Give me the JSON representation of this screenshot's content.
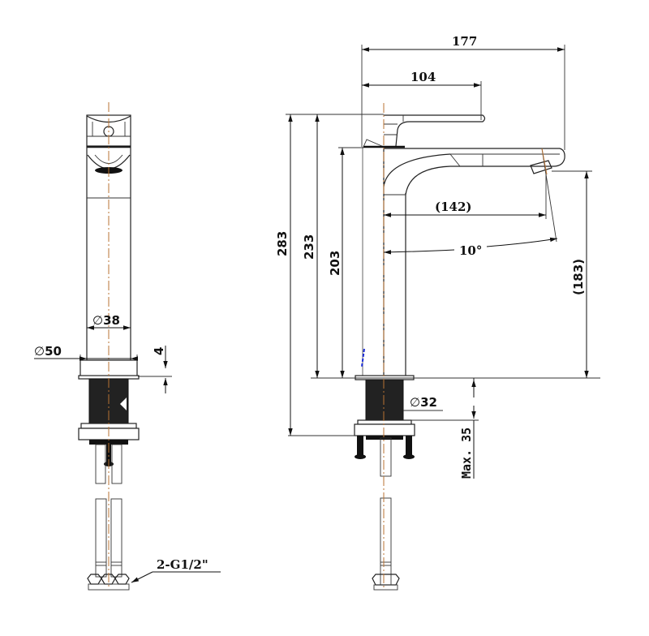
{
  "drawing": {
    "title": "Basin mixer tap technical drawing",
    "views": [
      "front-view",
      "side-view"
    ],
    "colors": {
      "line": "#222222",
      "centerline": "#b87333",
      "fill": "#222222",
      "accent_blue": "#1a2bd6"
    }
  },
  "front_view": {
    "dimensions": {
      "body_diameter": "38",
      "base_diameter": "50",
      "base_thickness": "4",
      "connector": "2-G1/2\""
    },
    "diameter_symbol": "∅"
  },
  "side_view": {
    "dimensions": {
      "total_depth": "177",
      "handle_depth": "104",
      "spout_reach": "(142)",
      "spout_angle": "10°",
      "total_height": "283",
      "handle_height": "233",
      "spout_top_height": "203",
      "spout_outlet_height": "(183)",
      "shank_diameter": "32",
      "max_counter_thickness": "Max. 35"
    },
    "diameter_symbol": "∅"
  }
}
